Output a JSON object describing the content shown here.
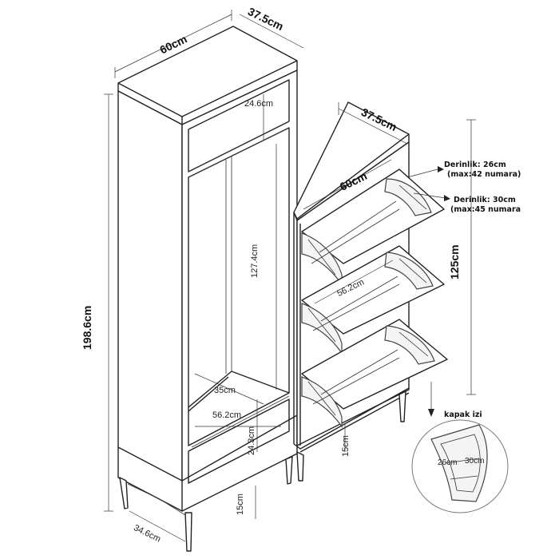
{
  "labels": {
    "tall_width": "60cm",
    "tall_depth": "37.5cm",
    "tall_top_shelf": "24.6cm",
    "tall_inner_height": "127.4cm",
    "tall_height": "198.6cm",
    "tall_bottom_depth": "35cm",
    "tall_inner_width": "56.2cm",
    "tall_drawer_height": "24.3cm",
    "tall_leg_height": "15cm",
    "tall_base_depth": "34.6cm",
    "shoe_depth": "37.5cm",
    "shoe_width": "60cm",
    "shoe_inner_width": "56.2cm",
    "shoe_height": "125cm",
    "shoe_leg_height": "15cm",
    "depth_note_1_line1": "Derinlik: 26cm",
    "depth_note_1_line2": "(max:42 numara)",
    "depth_note_2_line1": "Derinlik: 30cm",
    "depth_note_2_line2": "(max:45 numara",
    "detail_title": "kapak izi",
    "detail_depth_a": "26cm",
    "detail_depth_b": "30cm"
  }
}
